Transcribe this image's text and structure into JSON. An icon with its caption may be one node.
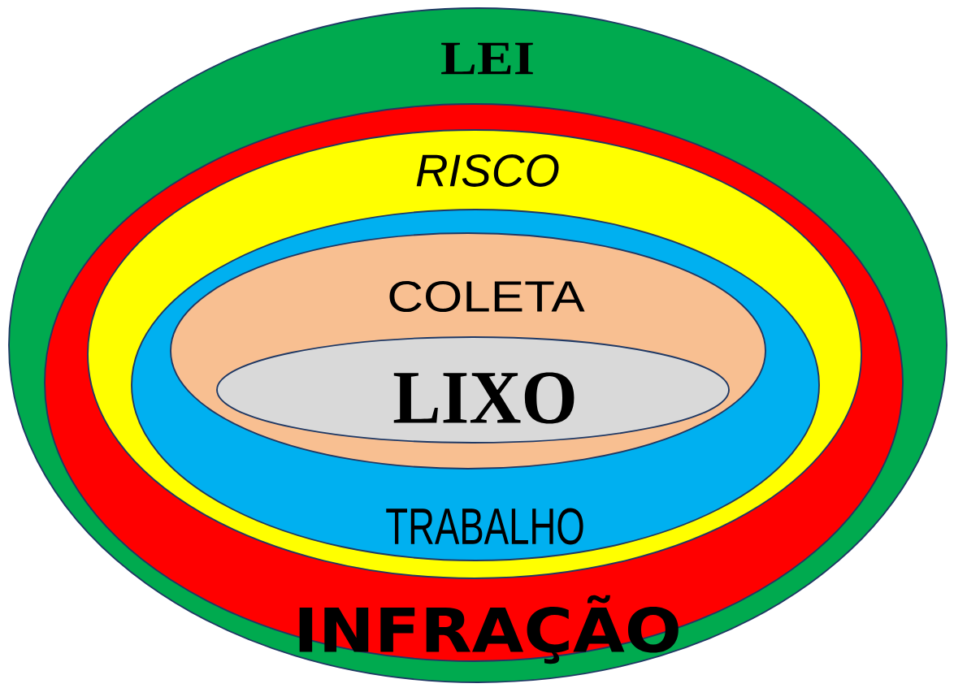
{
  "diagram": {
    "nodes": [
      {
        "text": [
          "LEI"
        ]
      },
      {
        "text": [
          "INFRAÇÃO"
        ],
        "in": 0
      },
      {
        "text": [
          "RISCO"
        ],
        "in": 1
      },
      {
        "text": [
          "TRABALHO"
        ],
        "in": 2
      },
      {
        "text": [
          "COLETA"
        ],
        "in": 3
      },
      {
        "text": [
          "LIXO"
        ],
        "in": 4
      }
    ]
  }
}
